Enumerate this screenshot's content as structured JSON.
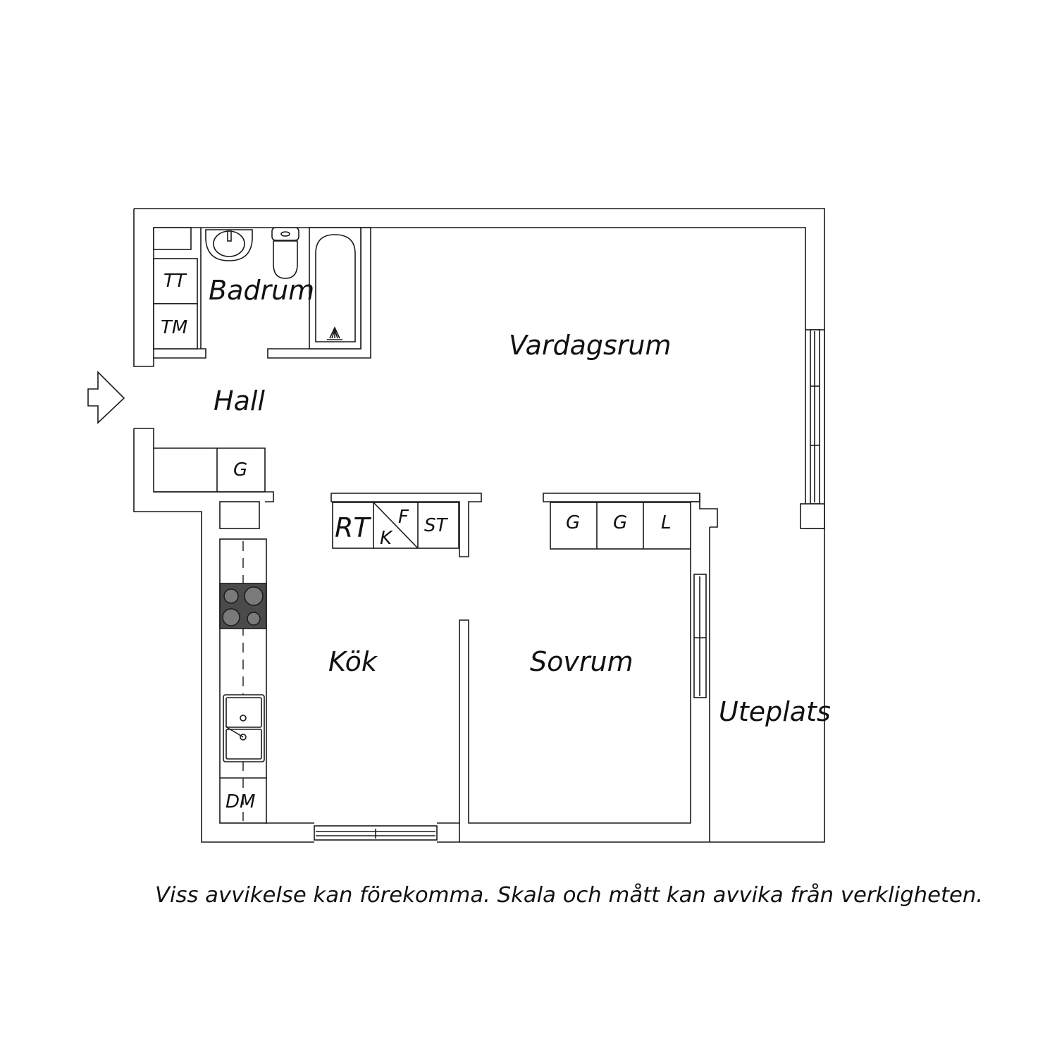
{
  "rooms": {
    "badrum": "Badrum",
    "hall": "Hall",
    "vardagsrum": "Vardagsrum",
    "kok": "Kök",
    "sovrum": "Sovrum",
    "uteplats": "Uteplats"
  },
  "fixtures": {
    "tt": "TT",
    "tm": "TM",
    "hall_g": "G",
    "rt": "RT",
    "k": "K",
    "f": "F",
    "st": "ST",
    "g1": "G",
    "g2": "G",
    "l": "L",
    "dm": "DM"
  },
  "disclaimer": "Viss avvikelse kan förekomma. Skala och mått kan avvika från verkligheten.",
  "colors": {
    "line": "#1a1a1a",
    "hob": "#4a4a4a",
    "background": "#ffffff"
  }
}
